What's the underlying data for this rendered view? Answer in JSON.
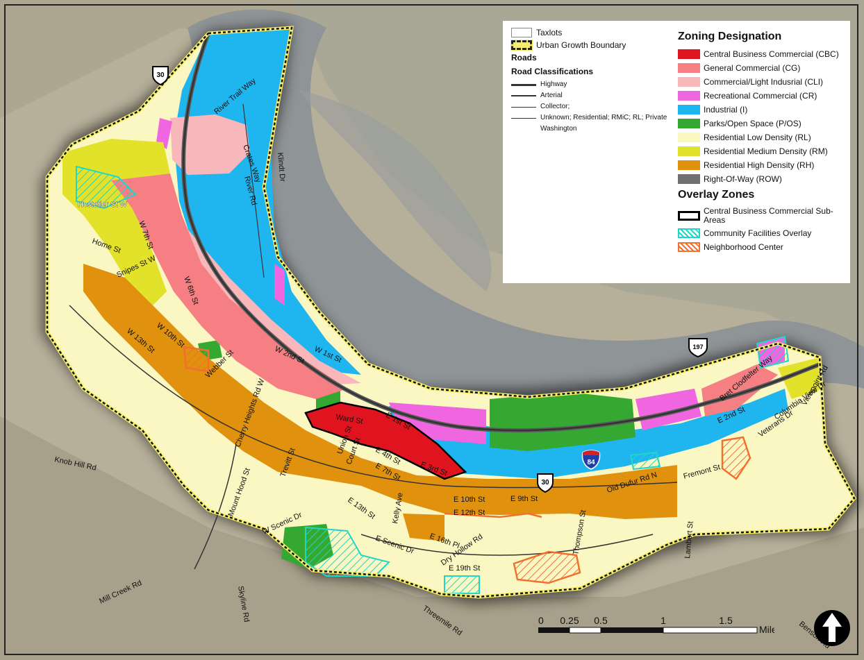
{
  "colors": {
    "cbc": "#e0141e",
    "cg": "#f57f83",
    "cli": "#f7b7bb",
    "cr": "#f065e0",
    "industrial": "#1fb6f0",
    "parks": "#35a832",
    "rl": "#fbf7c3",
    "rm": "#e3e22a",
    "rh": "#e0910d",
    "row": "#6f6f6f",
    "river": "#8f9396",
    "land": "#b8b19c",
    "ugb": "#f5ee6a"
  },
  "legend": {
    "taxlots": "Taxlots",
    "ugb": "Urban Growth Boundary",
    "roads_heading": "Roads",
    "road_class_heading": "Road Classifications",
    "roads": [
      {
        "label": "Highway",
        "weight": 3
      },
      {
        "label": "Arterial",
        "weight": 2
      },
      {
        "label": "Collector;",
        "weight": 1.2
      },
      {
        "label": "Unknown; Residential; RMiC; RL; Private",
        "weight": 0.8
      }
    ],
    "washington": "Washington",
    "zoning_heading": "Zoning Designation",
    "zones": [
      {
        "label": "Central Business Commercial (CBC)",
        "key": "cbc"
      },
      {
        "label": "General Commercial (CG)",
        "key": "cg"
      },
      {
        "label": "Commercial/Light Indusrial (CLI)",
        "key": "cli"
      },
      {
        "label": "Recreational Commercial (CR)",
        "key": "cr"
      },
      {
        "label": "Industrial (I)",
        "key": "industrial"
      },
      {
        "label": "Parks/Open Space (P/OS)",
        "key": "parks"
      },
      {
        "label": "Residential Low Density (RL)",
        "key": "rl"
      },
      {
        "label": "Residential Medium Density (RM)",
        "key": "rm"
      },
      {
        "label": "Residential High Density (RH)",
        "key": "rh"
      },
      {
        "label": "Right-Of-Way (ROW)",
        "key": "row"
      }
    ],
    "overlay_heading": "Overlay Zones",
    "overlays": [
      {
        "label": "Central Business Commercial Sub-Areas",
        "cls": "ov-cbc"
      },
      {
        "label": "Community Facilities Overlay",
        "cls": "ov-cf"
      },
      {
        "label": "Neighborhood Center",
        "cls": "ov-nc"
      }
    ]
  },
  "shields": {
    "us30_a": "30",
    "us197": "197",
    "us30_b": "30",
    "i84": "84"
  },
  "streets": {
    "river_trail_way": "River Trail Way",
    "crates_way": "Crates Way",
    "river_rd": "River Rd",
    "klindt_dr": "Klindt Dr",
    "hostetler": "Hostetler St W",
    "home": "Home St",
    "w7th": "W 7th St",
    "snipes": "Snipes St W",
    "w6th": "W 6th St",
    "w10th": "W 10th St",
    "w13th": "W 13th St",
    "webber": "Webber St",
    "w2nd": "W 2nd St",
    "w1st": "W 1st St",
    "cherry": "Cherry Heights Rd W",
    "ward": "Ward St",
    "e1st": "E 1st St",
    "e4th": "E 4th St",
    "e3rd": "E 3rd St",
    "court": "Court St",
    "union": "Union St",
    "e7th": "E 7th St",
    "trevitt": "Trevitt St",
    "mthood": "Mount Hood St",
    "knob": "Knob Hill Rd",
    "wscenic": "W Scenic Dr",
    "e13th": "E 13th St",
    "kelly": "Kelly Ave",
    "e10th": "E 10th St",
    "e9th": "E 9th St",
    "e12th": "E 12th St",
    "escenic": "E Scenic Dr",
    "e16th": "E 16th Pl",
    "dryhollow": "Dry Hollow Rd",
    "e19th": "E 19th St",
    "thompson": "Thompson St",
    "olddufur": "Old Dufur Rd N",
    "fremont": "Fremont St",
    "lambert": "Lambert St",
    "e2nd": "E 2nd St",
    "bret": "Bret Clodfelter Way",
    "viewpoint": "Viewpoint Rd",
    "columbia": "Columbia View Dr",
    "veterans": "Veterans Dr",
    "skyline": "Skyline Rd",
    "millcreek": "Mill Creek Rd",
    "threemile": "Threemile Rd",
    "benson": "Benson Rd"
  },
  "scale": {
    "ticks": [
      "0",
      "0.25",
      "0.5",
      "1",
      "1.5"
    ],
    "unit": "Miles"
  }
}
